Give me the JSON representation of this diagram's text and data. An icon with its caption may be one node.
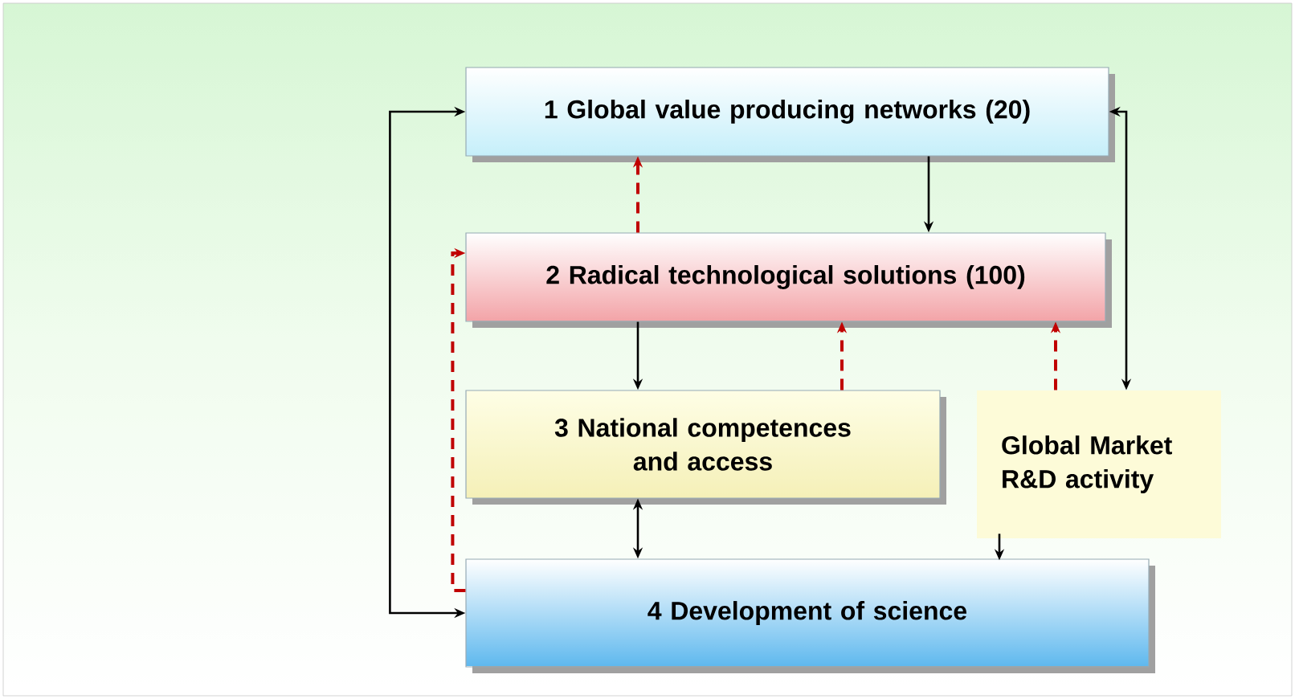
{
  "diagram": {
    "nodes": [
      {
        "text": [
          "1 Global value producing networks (20)"
        ]
      },
      {
        "text": [
          "2 Radical technological solutions (100)"
        ]
      },
      {
        "text": [
          "3 National competences and access"
        ]
      },
      {
        "text": [
          "Global Market R&D activity"
        ]
      },
      {
        "text": [
          "4 Development of science"
        ]
      }
    ],
    "edges": [
      {
        "from": 4,
        "to": 0,
        "arrow": "both"
      },
      {
        "from": 0,
        "to": 1,
        "arrow": "to"
      },
      {
        "from": 1,
        "to": 0,
        "arrow": "to",
        "style": "dashed",
        "color": "#c00000"
      },
      {
        "from": 1,
        "to": 2,
        "arrow": "to"
      },
      {
        "from": 2,
        "to": 1,
        "arrow": "to",
        "style": "dashed",
        "color": "#c00000"
      },
      {
        "from": 3,
        "to": 1,
        "arrow": "to",
        "style": "dashed",
        "color": "#c00000"
      },
      {
        "from": 4,
        "to": 1,
        "arrow": "to",
        "style": "dashed",
        "color": "#c00000"
      },
      {
        "from": 0,
        "to": 3,
        "arrow": "both"
      },
      {
        "from": 2,
        "to": 4,
        "arrow": "both"
      },
      {
        "from": 3,
        "to": 4,
        "arrow": "to"
      }
    ]
  }
}
